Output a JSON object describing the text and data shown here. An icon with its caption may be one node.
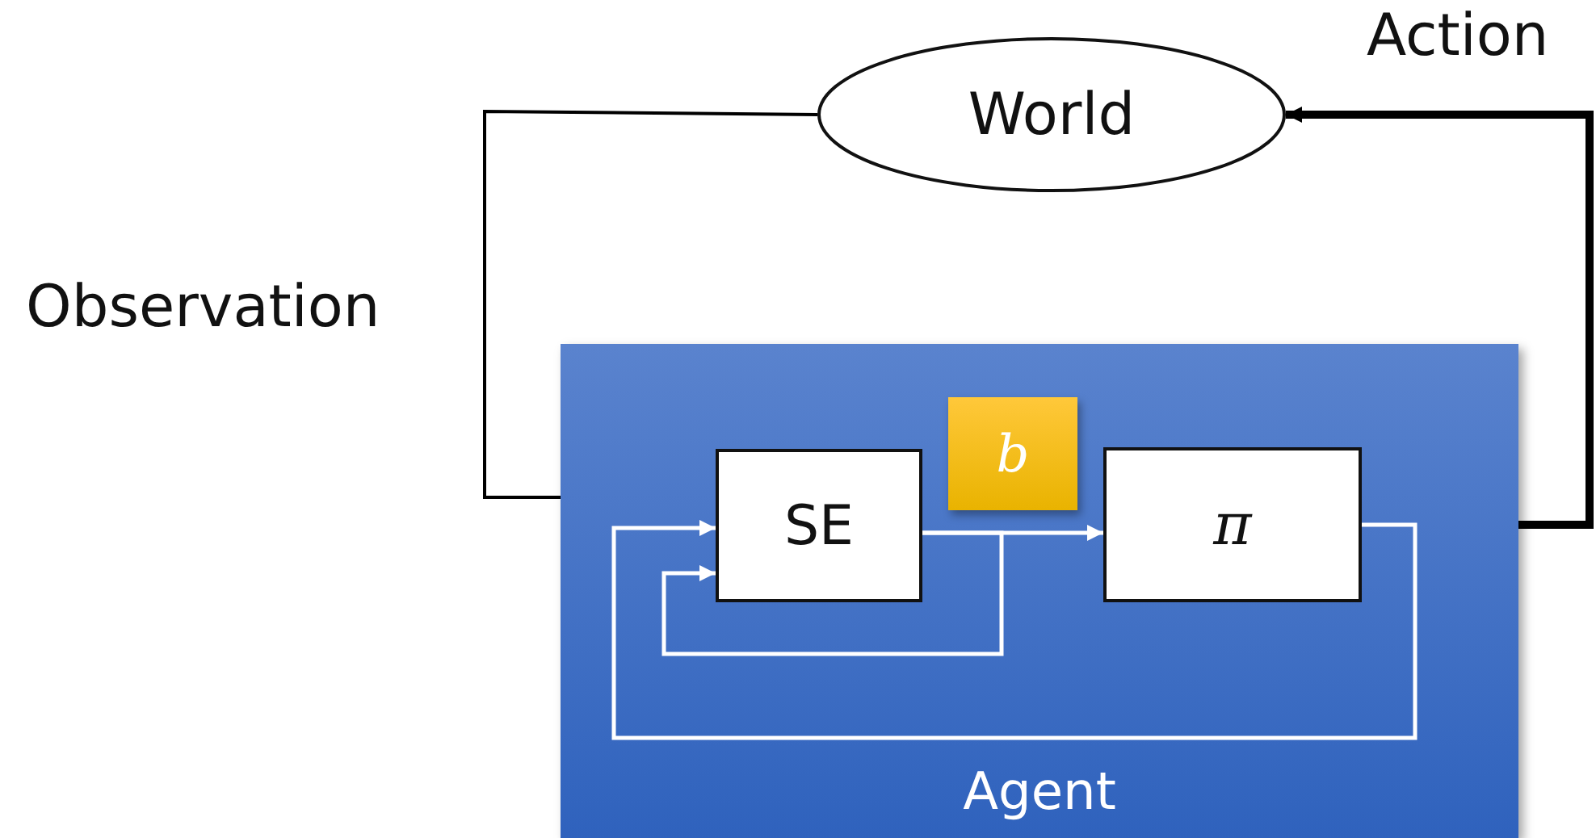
{
  "diagram": {
    "nodes": [
      {
        "text": [
          "World"
        ]
      },
      {
        "text": [
          "Agent"
        ]
      },
      {
        "text": [
          "SE"
        ],
        "in": 1
      },
      {
        "text": [
          "b"
        ],
        "in": 1
      },
      {
        "text": [
          "π"
        ],
        "in": 1
      }
    ],
    "edges": [
      {
        "from": 0,
        "to": 2,
        "arrow": "to",
        "label": "Observation",
        "color": "#000000"
      },
      {
        "from": 4,
        "to": 0,
        "arrow": "to",
        "label": "Action",
        "style": "thick",
        "color": "#000000"
      },
      {
        "from": 2,
        "to": 4,
        "arrow": "to",
        "color": "#ffffff"
      },
      {
        "from": 2,
        "to": 2,
        "arrow": "to",
        "color": "#ffffff"
      },
      {
        "from": 4,
        "to": 2,
        "arrow": "to",
        "color": "#ffffff"
      }
    ]
  }
}
